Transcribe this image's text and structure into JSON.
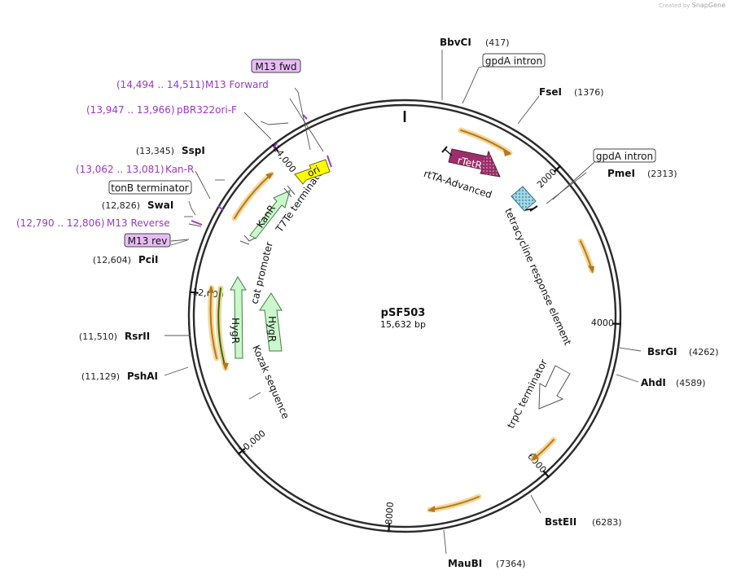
{
  "credit": {
    "prefix": "Created by",
    "brand": "SnapGene"
  },
  "plasmid": {
    "name": "pSF503",
    "length_label": "15,632 bp",
    "length": 15632
  },
  "ticks": [
    {
      "pos": 0,
      "label": ""
    },
    {
      "pos": 2000,
      "label": "2000"
    },
    {
      "pos": 4000,
      "label": "4000"
    },
    {
      "pos": 6000,
      "label": "6000"
    },
    {
      "pos": 8000,
      "label": "8000"
    },
    {
      "pos": 10000,
      "label": "10,000"
    },
    {
      "pos": 12000,
      "label": "12,000"
    },
    {
      "pos": 14000,
      "label": "14,000"
    }
  ],
  "sites_right": [
    {
      "name": "BbvCI",
      "pos_label": "(417)",
      "pos": 417
    },
    {
      "name": "FseI",
      "pos_label": "(1376)",
      "pos": 1376
    },
    {
      "name": "PmeI",
      "pos_label": "(2313)",
      "pos": 2313
    },
    {
      "name": "BsrGI",
      "pos_label": "(4262)",
      "pos": 4262
    },
    {
      "name": "AhdI",
      "pos_label": "(4589)",
      "pos": 4589
    },
    {
      "name": "BstEII",
      "pos_label": "(6283)",
      "pos": 6283
    },
    {
      "name": "MauBI",
      "pos_label": "(7364)",
      "pos": 7364
    }
  ],
  "sites_left": [
    {
      "name": "SspI",
      "pos_label": "(13,345)",
      "pos": 13345
    },
    {
      "name": "SwaI",
      "pos_label": "(12,826)",
      "pos": 12826
    },
    {
      "name": "PciI",
      "pos_label": "(12,604)",
      "pos": 12604
    },
    {
      "name": "RsrII",
      "pos_label": "(11,510)",
      "pos": 11510
    },
    {
      "name": "PshAI",
      "pos_label": "(11,129)",
      "pos": 11129
    }
  ],
  "primers": [
    {
      "range": "(14,494 .. 14,511)",
      "name": "M13 Forward"
    },
    {
      "range": "(13,947 .. 13,966)",
      "name": "pBR322ori-F"
    },
    {
      "range": "(13,062 .. 13,081)",
      "name": "Kan-R"
    },
    {
      "range": "(12,790 .. 12,806)",
      "name": "M13 Reverse"
    }
  ],
  "boxed_labels": {
    "m13_fwd": "M13 fwd",
    "m13_rev": "M13 rev",
    "gpda_intron_1": "gpdA intron",
    "gpda_intron_2": "gpdA intron",
    "tonb_terminator": "tonB terminator"
  },
  "features": {
    "rtetr": "rTetR",
    "rtta_advanced": "rtTA-Advanced",
    "tet_response": "tetracycline response element",
    "trpc_terminator": "trpC terminator",
    "kozak": "Kozak sequence",
    "hygr_1": "HygR",
    "hygr_2": "HygR",
    "cat_promoter": "cat promoter",
    "kanr": "KanR",
    "t7te_terminator": "T7Te terminator",
    "ori": "ori"
  },
  "colors": {
    "backbone": "#2b2b2b",
    "orf": "#e8a33a",
    "primer": "#9b38c9",
    "rtetr": "#9c2f6b",
    "hygr": "#ccf6cc",
    "ori": "#ffff00",
    "tet": "#9fd9e8"
  }
}
